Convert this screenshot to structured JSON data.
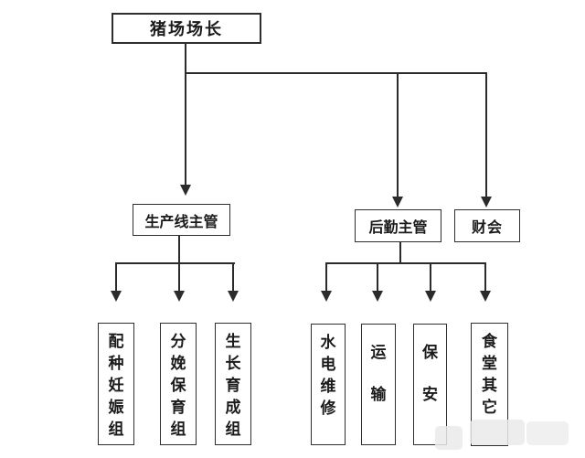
{
  "org": {
    "root": {
      "label": "猪场场长"
    },
    "branches": {
      "production": {
        "label": "生产线主管",
        "children": [
          {
            "label": "配种妊娠组"
          },
          {
            "label": "分娩保育组"
          },
          {
            "label": "生长育成组"
          }
        ]
      },
      "logistics": {
        "label": "后勤主管",
        "children": [
          {
            "label": "水电维修"
          },
          {
            "label": "运输"
          },
          {
            "label": "保安"
          },
          {
            "label": "食堂其它"
          }
        ]
      },
      "finance": {
        "label": "财会"
      }
    }
  },
  "colors": {
    "background": "#ffffff",
    "line": "#2b2b2b",
    "box_border": "#2e2e2e",
    "text": "#1b1b1b",
    "watermark": "#eaeaea"
  }
}
